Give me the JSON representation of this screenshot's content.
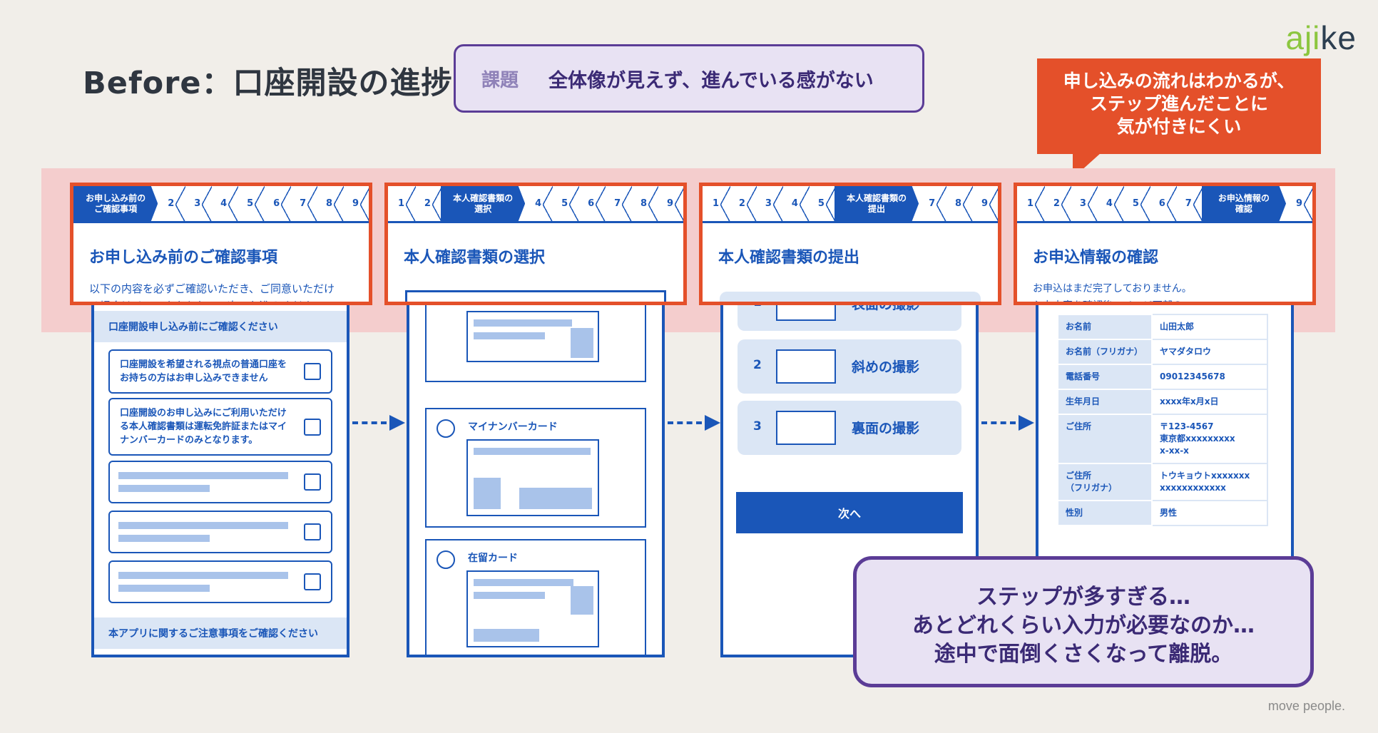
{
  "header": {
    "title": "Before：口座開設の進捗"
  },
  "issue": {
    "tag": "課題",
    "text": "全体像が見えず、進んでいる感がない"
  },
  "logo": {
    "ai": "aji",
    "ke": "ke"
  },
  "callout": {
    "line1": "申し込みの流れはわかるが、",
    "line2": "ステップ進んだことに",
    "line3": "気が付きにくい"
  },
  "screens": [
    {
      "active_label": [
        "お申し込み前の",
        "ご確認事項"
      ],
      "steps": [
        "2",
        "3",
        "4",
        "5",
        "6",
        "7",
        "8",
        "9"
      ],
      "title": "お申し込み前のご確認事項",
      "subtitle": "以下の内容を必ずご確認いただき、ご同意いただけ",
      "subtitle2": "る場合はチェックを入れて、次へお進みください。",
      "section_header": "口座開設申し込み前にご確認ください",
      "check1": "口座開設を希望される視点の普通口座をお持ちの方はお申し込みできません",
      "check2": "口座開設のお申し込みにご利用いただける本人確認書類は運転免許証またはマイナンバーカードのみとなります。",
      "footer": "本アプリに関するご注意事項をご確認ください"
    },
    {
      "steps_before": [
        "1",
        "2"
      ],
      "active_label": [
        "本人確認書類の",
        "選択"
      ],
      "steps_after": [
        "4",
        "5",
        "6",
        "7",
        "8",
        "9"
      ],
      "title": "本人確認書類の選択",
      "option1": "マイナンバーカード",
      "option2": "在留カード"
    },
    {
      "steps_before": [
        "1",
        "2",
        "3",
        "4",
        "5"
      ],
      "active_label": [
        "本人確認書類の",
        "提出"
      ],
      "steps_after": [
        "7",
        "8",
        "9"
      ],
      "title": "本人確認書類の提出",
      "shots": [
        {
          "n": "1",
          "label": "表面の撮影"
        },
        {
          "n": "2",
          "label": "斜めの撮影"
        },
        {
          "n": "3",
          "label": "裏面の撮影"
        }
      ],
      "next_button": "次へ"
    },
    {
      "steps_before": [
        "1",
        "2",
        "3",
        "4",
        "5",
        "6",
        "7"
      ],
      "active_label": [
        "お申込情報の",
        "確認"
      ],
      "steps_after": [
        "9"
      ],
      "title": "お申込情報の確認",
      "subtitle": "お申込はまだ完了しておりません。",
      "subtitle2": "入力内容を確認後、ページ下部の",
      "rows": [
        {
          "k": "お名前",
          "v": "山田太郎"
        },
        {
          "k": "お名前（フリガナ）",
          "v": "ヤマダタロウ"
        },
        {
          "k": "電話番号",
          "v": "09012345678"
        },
        {
          "k": "生年月日",
          "v": "xxxx年x月x日"
        },
        {
          "k": "ご住所",
          "v": "〒123-4567\n東京都xxxxxxxxx\nx-xx-x"
        },
        {
          "k": "ご住所\n（フリガナ）",
          "v": "トウキョウトxxxxxxx\nxxxxxxxxxxxx"
        },
        {
          "k": "性別",
          "v": "男性"
        }
      ]
    }
  ],
  "bubble": {
    "line1": "ステップが多すぎる…",
    "line2": "あとどれくらい入力が必要なのか…",
    "line3": "途中で面倒くさくなって離脱。"
  },
  "footer": {
    "text": "move people."
  }
}
